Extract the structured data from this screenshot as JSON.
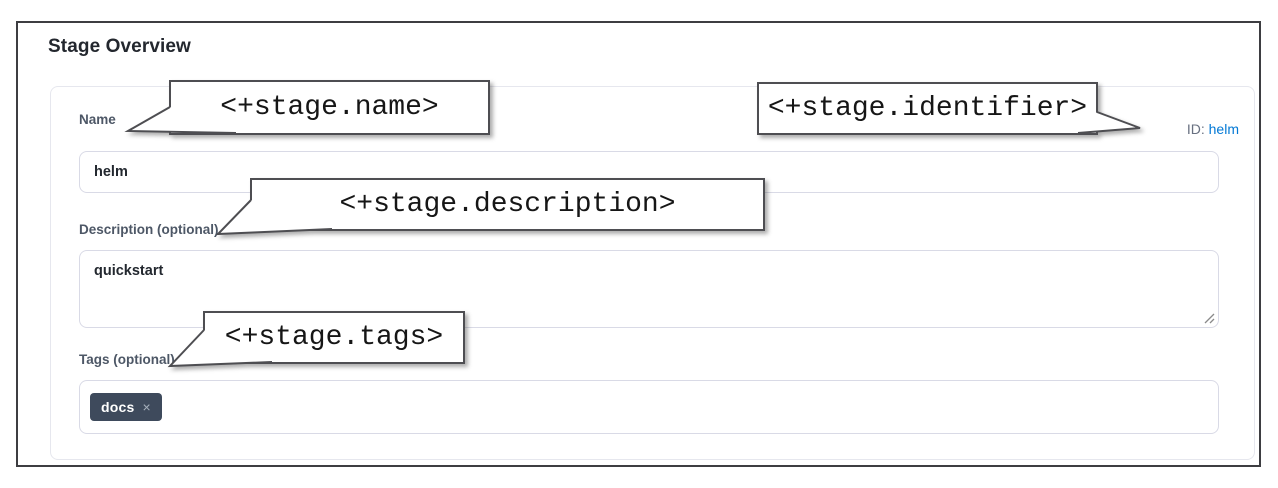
{
  "title": "Stage Overview",
  "form": {
    "name": {
      "label": "Name",
      "value": "helm"
    },
    "identifier": {
      "label": "ID:",
      "value": "helm"
    },
    "description": {
      "label": "Description (optional)",
      "value": "quickstart"
    },
    "tags": {
      "label": "Tags (optional)",
      "chips": [
        {
          "label": "docs",
          "remove_icon": "×"
        }
      ]
    }
  },
  "annotations": {
    "name": "<+stage.name>",
    "identifier": "<+stage.identifier>",
    "description": "<+stage.description>",
    "tags": "<+stage.tags>"
  },
  "colors": {
    "link_blue": "#0278d5",
    "chip_background": "#3e4a5c",
    "label_gray": "#4d5766",
    "callout_border": "#4e4e52",
    "input_border": "#d9dae6",
    "frame_border": "#3d3d41"
  }
}
